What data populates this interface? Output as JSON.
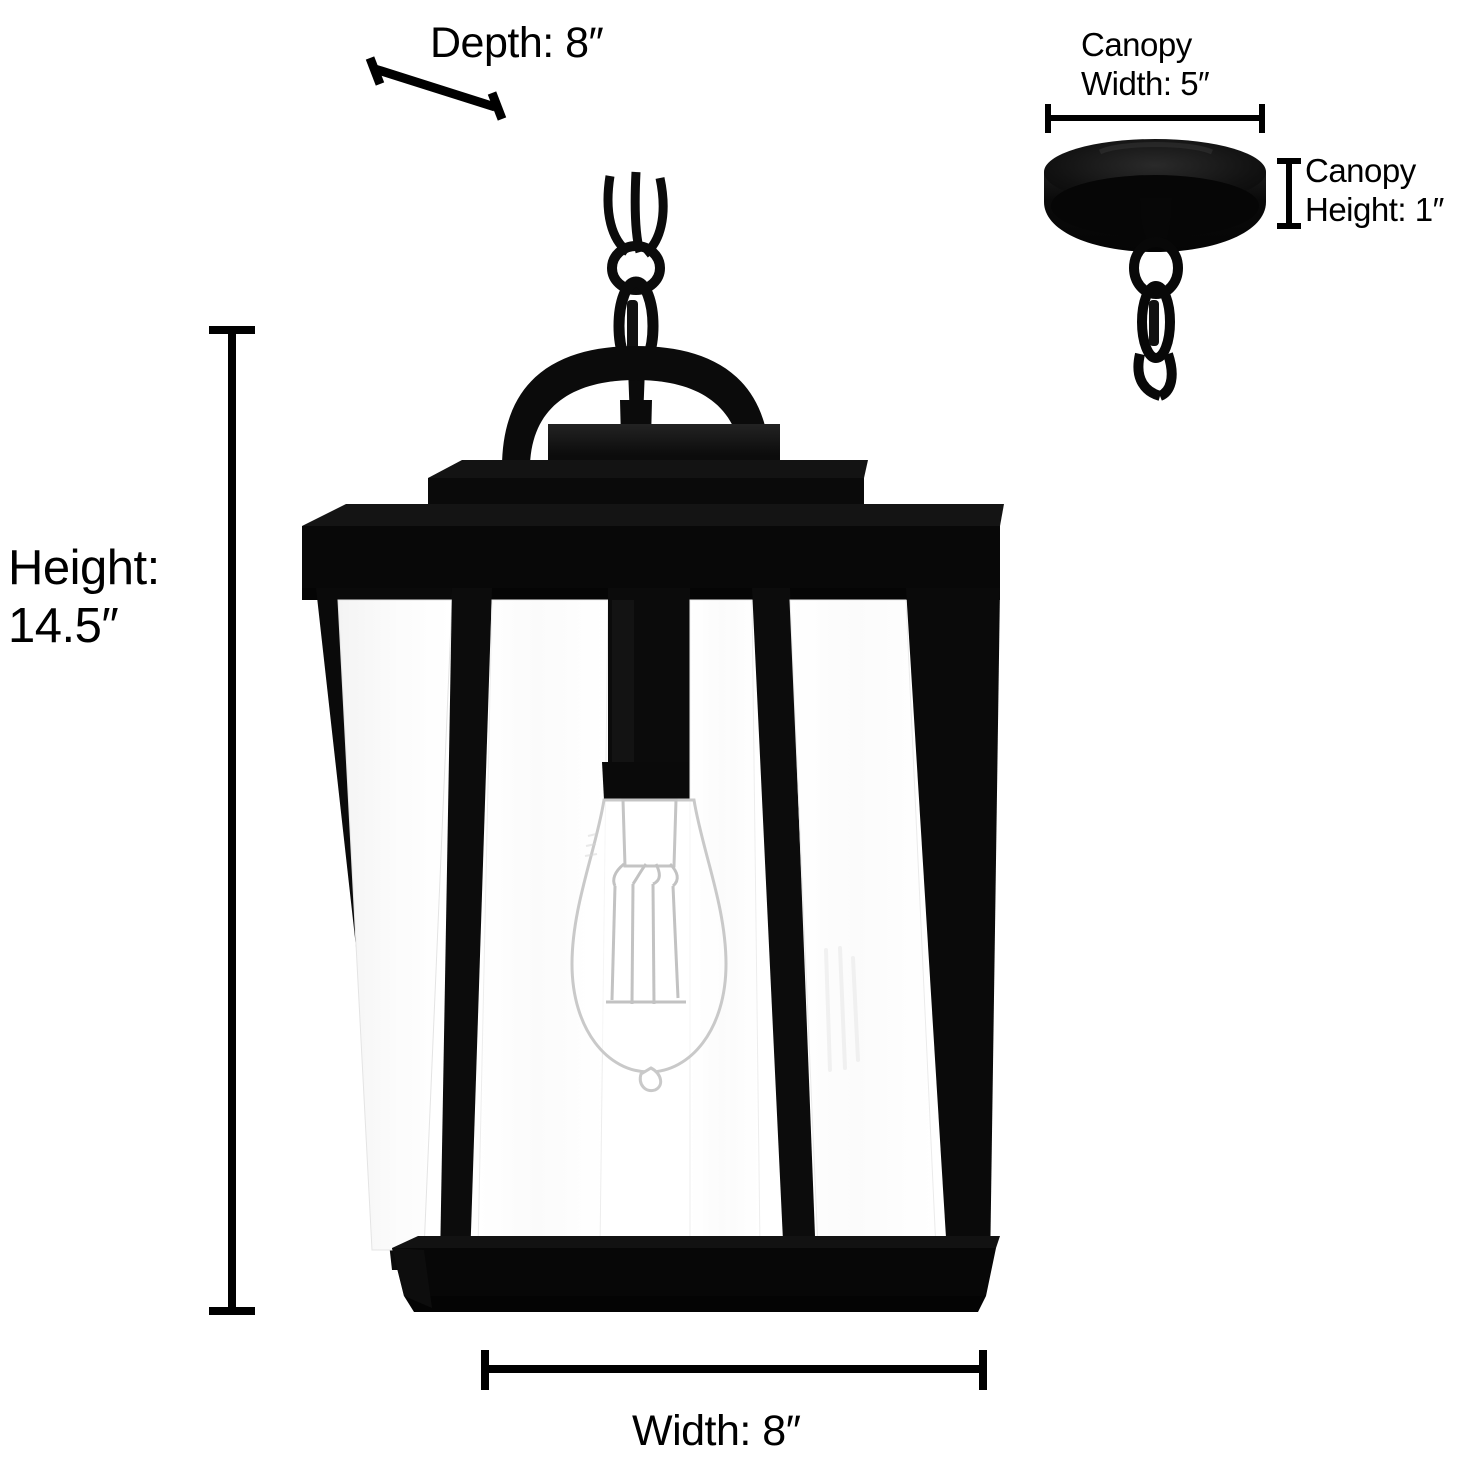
{
  "diagram": {
    "title": "Outdoor Lantern Pendant Dimension Diagram",
    "background_color": "#ffffff",
    "line_color": "#000000",
    "fixture_color": "#0b0b0b",
    "glass_color": "#fdfdfd"
  },
  "labels": {
    "depth": "Depth: 8″",
    "height": "Height:\n14.5″",
    "width": "Width:  8″",
    "canopy_width": "Canopy\nWidth: 5″",
    "canopy_height": "Canopy\nHeight: 1″"
  },
  "measurements": [
    {
      "name": "depth",
      "value": "8",
      "unit": "in",
      "label": "Depth: 8″",
      "orientation": "diagonal"
    },
    {
      "name": "height",
      "value": "14.5",
      "unit": "in",
      "label": "Height: 14.5″",
      "orientation": "vertical"
    },
    {
      "name": "width",
      "value": "8",
      "unit": "in",
      "label": "Width: 8″",
      "orientation": "horizontal"
    },
    {
      "name": "canopy_width",
      "value": "5",
      "unit": "in",
      "label": "Canopy Width: 5″",
      "orientation": "horizontal"
    },
    {
      "name": "canopy_height",
      "value": "1",
      "unit": "in",
      "label": "Canopy Height: 1″",
      "orientation": "vertical"
    }
  ],
  "product": {
    "type": "hanging lantern pendant light",
    "finish": "matte black",
    "glass": "clear beveled glass panels",
    "bulb": "ST64 Edison LED filament bulb",
    "mount": "chain with round ceiling canopy"
  }
}
